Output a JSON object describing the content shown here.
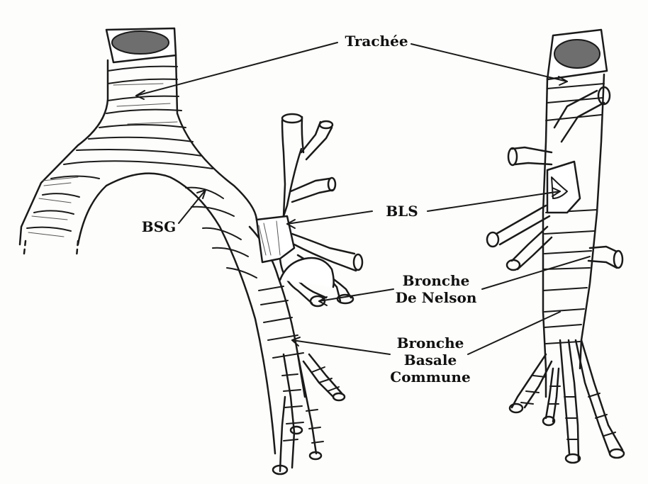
{
  "labels": {
    "trachee": "Trachée",
    "bsg": "BSG",
    "bls": "BLS",
    "nelson_line1": "Bronche",
    "nelson_line2": "De Nelson",
    "basale_line1": "Bronche",
    "basale_line2": "Basale",
    "basale_line3": "Commune"
  },
  "colors": {
    "ink": "#1a1a1a",
    "paper": "#fdfdfb",
    "hatch": "#555555"
  }
}
